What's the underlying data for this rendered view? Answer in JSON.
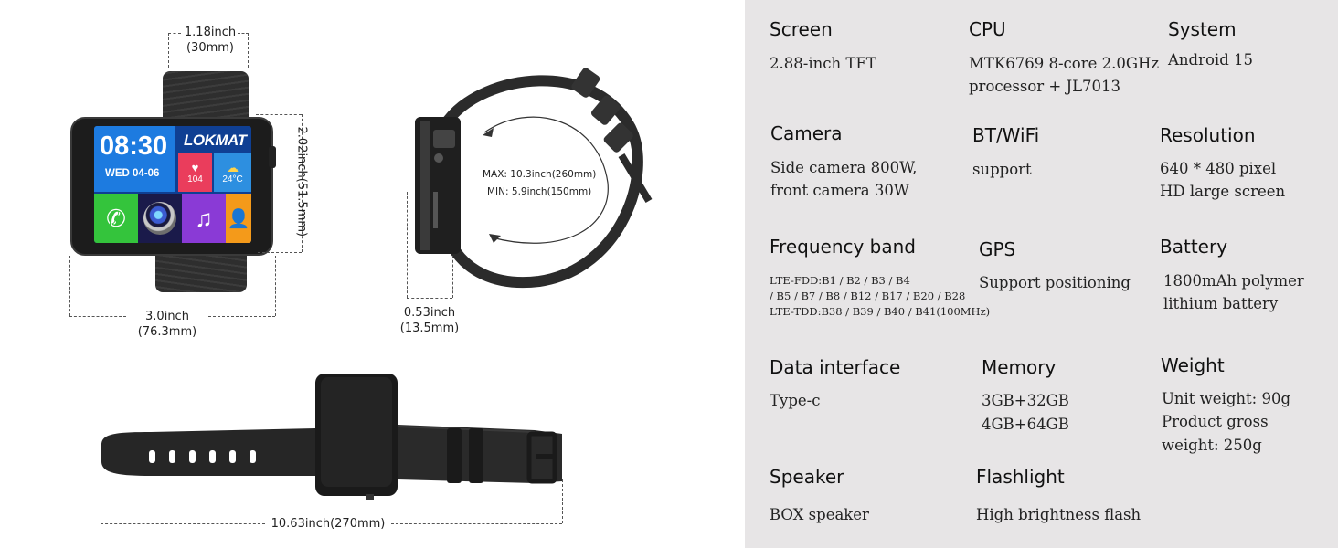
{
  "dimensions": {
    "front_width_top": {
      "value": "1.18inch",
      "sub": "(30mm)"
    },
    "front_height": {
      "value": "2.02inch",
      "sub": "(51.5mm)"
    },
    "front_width_bottom": {
      "value": "3.0inch",
      "sub": "(76.3mm)"
    },
    "thickness": {
      "value": "0.53inch",
      "sub": "(13.5mm)"
    },
    "band_max": "MAX: 10.3inch(260mm)",
    "band_min": "MIN:  5.9inch(150mm)",
    "total_length": "10.63inch(270mm)"
  },
  "watch_screen": {
    "time": "08:30",
    "date": "WED 04-06",
    "brand": "LOKMAT",
    "heart_rate": "104",
    "temperature": "24°C"
  },
  "colors": {
    "panel_bg": "#e7e5e6",
    "screen_bg": "#0f3f93",
    "tile_blue": "#1d7be0",
    "tile_red": "#ea3d5c",
    "tile_sky": "#2d8fe0",
    "tile_green": "#34c43c",
    "tile_purple": "#8a3ad6",
    "tile_orange": "#f49a1a"
  },
  "specs": [
    {
      "title": "Screen",
      "lines": [
        "2.88-inch TFT"
      ]
    },
    {
      "title": "CPU",
      "lines": [
        "MTK6769 8-core 2.0GHz",
        "processor + JL7013"
      ]
    },
    {
      "title": "System",
      "lines": [
        "Android 15"
      ]
    },
    {
      "title": "Camera",
      "lines": [
        "Side camera 800W,",
        "front camera 30W"
      ]
    },
    {
      "title": "BT/WiFi",
      "lines": [
        "support"
      ]
    },
    {
      "title": "Resolution",
      "lines": [
        "640 * 480 pixel",
        "HD large screen"
      ]
    },
    {
      "title": "Frequency band",
      "lines": [
        "LTE-FDD:B1 / B2 / B3 / B4",
        "/ B5 / B7 / B8 / B12 / B17 / B20 / B28",
        "LTE-TDD:B38 / B39 / B40 / B41(100MHz)"
      ]
    },
    {
      "title": "GPS",
      "lines": [
        "Support positioning"
      ]
    },
    {
      "title": "Battery",
      "lines": [
        "1800mAh polymer",
        "lithium battery"
      ]
    },
    {
      "title": "Data interface",
      "lines": [
        "Type-c"
      ]
    },
    {
      "title": "Memory",
      "lines": [
        "3GB+32GB",
        "4GB+64GB"
      ]
    },
    {
      "title": "Weight",
      "lines": [
        "Unit weight: 90g",
        "Product gross",
        "weight: 250g"
      ]
    },
    {
      "title": "Speaker",
      "lines": [
        "BOX speaker"
      ]
    },
    {
      "title": "Flashlight",
      "lines": [
        "High brightness flash"
      ]
    }
  ],
  "icons": [
    "heart-icon",
    "weather-icon",
    "phone-icon",
    "camera-icon",
    "music-icon",
    "contact-icon"
  ]
}
